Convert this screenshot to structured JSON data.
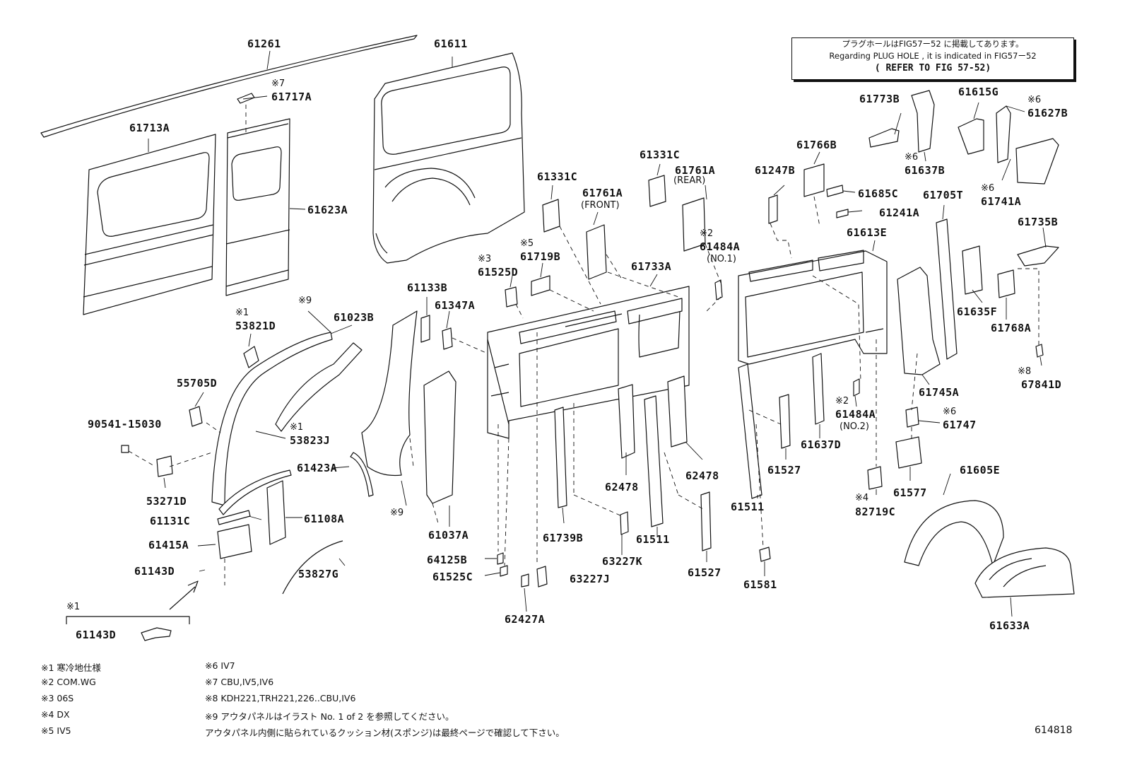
{
  "reference_box": {
    "line1": "プラグホールはFIG57ー52 に掲載してあります。",
    "line2": "Regarding PLUG HOLE , it is indicated in FIG57ー52",
    "line3": "( REFER TO FIG 57-52)"
  },
  "labels": {
    "p61261": "61261",
    "p61717A": "61717A",
    "p61713A": "61713A",
    "p61623A": "61623A",
    "p61611": "61611",
    "p61331C_a": "61331C",
    "p61331C_b": "61331C",
    "p61761A_front": "61761A",
    "p61761A_rear": "61761A",
    "front": "(FRONT)",
    "rear": "(REAR)",
    "p61484A_no1": "61484A",
    "no1": "(NO.1)",
    "p61733A": "61733A",
    "p61719B": "61719B",
    "p61525D": "61525D",
    "p61133B": "61133B",
    "p61347A": "61347A",
    "p53821D": "53821D",
    "p61023B": "61023B",
    "p55705D": "55705D",
    "p90541": "90541-15030",
    "p53823J": "53823J",
    "p61423A": "61423A",
    "p53271D": "53271D",
    "p61131C": "61131C",
    "p61108A": "61108A",
    "p61415A": "61415A",
    "p61143D_a": "61143D",
    "p53827G": "53827G",
    "p61143D_b": "61143D",
    "p61037A": "61037A",
    "p64125B": "64125B",
    "p61525C": "61525C",
    "p62427A": "62427A",
    "p61739B": "61739B",
    "p63227J": "63227J",
    "p63227K": "63227K",
    "p62478_a": "62478",
    "p62478_b": "62478",
    "p61511_a": "61511",
    "p61511_b": "61511",
    "p61527_a": "61527",
    "p61527_b": "61527",
    "p61581": "61581",
    "p61247B": "61247B",
    "p61766B": "61766B",
    "p61685C": "61685C",
    "p61241A": "61241A",
    "p61613E": "61613E",
    "p61637D": "61637D",
    "p61484A_no2": "61484A",
    "no2": "(NO.2)",
    "p82719C": "82719C",
    "p61577": "61577",
    "p61747": "61747",
    "p61745A": "61745A",
    "p61605E": "61605E",
    "p61633A": "61633A",
    "p61773B": "61773B",
    "p61637B": "61637B",
    "p61615G": "61615G",
    "p61627B": "61627B",
    "p61741A": "61741A",
    "p61705T": "61705T",
    "p61735B": "61735B",
    "p61635F": "61635F",
    "p61768A": "61768A",
    "p67841D": "67841D"
  },
  "marks": {
    "m7": "※7",
    "m1a": "※1",
    "m9a": "※9",
    "m1b": "※1",
    "m9b": "※9",
    "m1c": "※1",
    "m5": "※5",
    "m3": "※3",
    "m2a": "※2",
    "m2b": "※2",
    "m4": "※4",
    "m6a": "※6",
    "m6b": "※6",
    "m6c": "※6",
    "m6d": "※6",
    "m8": "※8"
  },
  "notes": {
    "n1": "※1 寒冷地仕様",
    "n2": "※2 COM.WG",
    "n3": "※3 06S",
    "n4": "※4 DX",
    "n5": "※5 IV5",
    "n6": "※6 IV7",
    "n7": "※7 CBU,IV5,IV6",
    "n8": "※8 KDH221,TRH221,226..CBU,IV6",
    "n9": "※9 アウタパネルはイラスト No. 1 of 2 を参照してください。",
    "n10": "アウタパネル内側に貼られているクッション材(スポンジ)は最終ページで確認して下さい。"
  },
  "figure_number": "614818"
}
